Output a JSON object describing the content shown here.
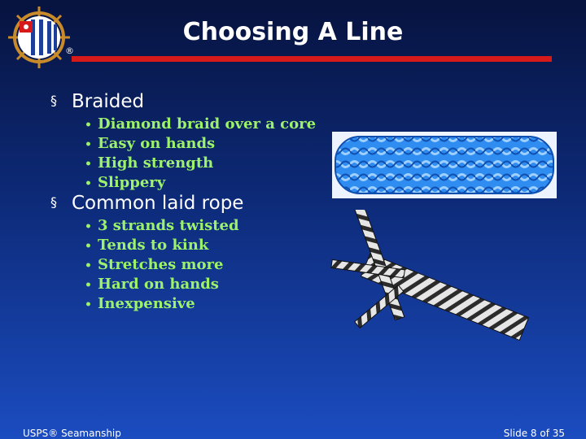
{
  "header": {
    "title": "Choosing A Line",
    "registered_mark": "®",
    "rule_color": "#d61a1a"
  },
  "sections": [
    {
      "heading": "Braided",
      "items": [
        "Diamond braid over a core",
        "Easy on hands",
        "High strength",
        "Slippery"
      ]
    },
    {
      "heading": "Common laid rope",
      "items": [
        "3 strands twisted",
        "Tends to kink",
        "Stretches more",
        "Hard on hands",
        "Inexpensive"
      ]
    }
  ],
  "bullets": {
    "level1": "§",
    "level2": "•"
  },
  "images": {
    "logo": "usps-ensign-ship-wheel-logo",
    "braided": "blue-braided-rope-photo",
    "laid": "three-strand-laid-rope-photo"
  },
  "footer": {
    "left": "USPS® Seamanship",
    "right": "Slide 8 of 35"
  },
  "colors": {
    "background_top": "#07133f",
    "background_bottom": "#1b4cc0",
    "bullet_text": "#9cf26a",
    "heading_text": "#ffffff",
    "rope_blue": "#2f8cf0"
  }
}
